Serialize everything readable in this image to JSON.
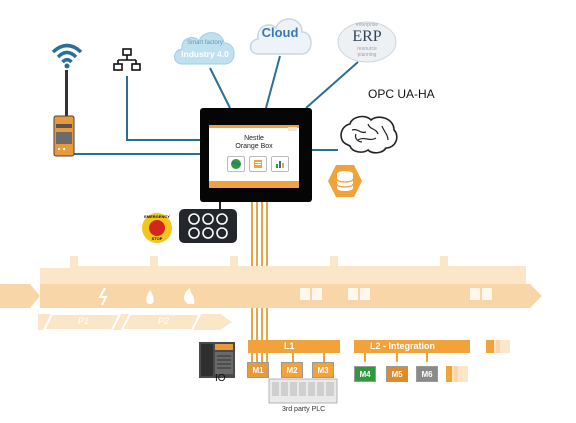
{
  "cloud_bubbles": {
    "industry": {
      "lines": [
        "Smart factory",
        "Industry 4.0"
      ]
    },
    "cloud": {
      "label": "Cloud"
    },
    "erp": {
      "label": "ERP",
      "words": [
        "enterprise",
        "resource",
        "planning"
      ]
    }
  },
  "protocol": {
    "label": "OPC UA-HA"
  },
  "screen": {
    "title_line1": "Nestle",
    "title_line2": "Orange Box"
  },
  "emergency_stop": {
    "line1": "EMERGENCY",
    "line2": "STOP"
  },
  "factory_strip": {
    "segment_labels": [
      "P1",
      "P2"
    ]
  },
  "levels": {
    "l1": {
      "label": "L1",
      "modules": [
        "M1",
        "M2",
        "M3"
      ]
    },
    "l2": {
      "label": "L2 - Integration",
      "modules": [
        "M4",
        "M5",
        "M6"
      ]
    }
  },
  "io": {
    "label": "IO"
  },
  "plc": {
    "label": "3rd party PLC"
  },
  "icons": [
    "wifi-icon",
    "network-icon",
    "router-icon",
    "brain-icon",
    "database-icon",
    "button-panel-icon",
    "emergency-stop-icon",
    "io-module-icon"
  ],
  "colors": {
    "orange": "#f2a23a",
    "light_orange": "#f9d6a8",
    "pale_orange": "#fbe6c8",
    "line_blue": "#2a6f96",
    "line_orange": "#e7a54a",
    "m4_green": "#2f9a3b",
    "m5_orange": "#e08a2a",
    "m6_gray": "#8a8a8a"
  }
}
